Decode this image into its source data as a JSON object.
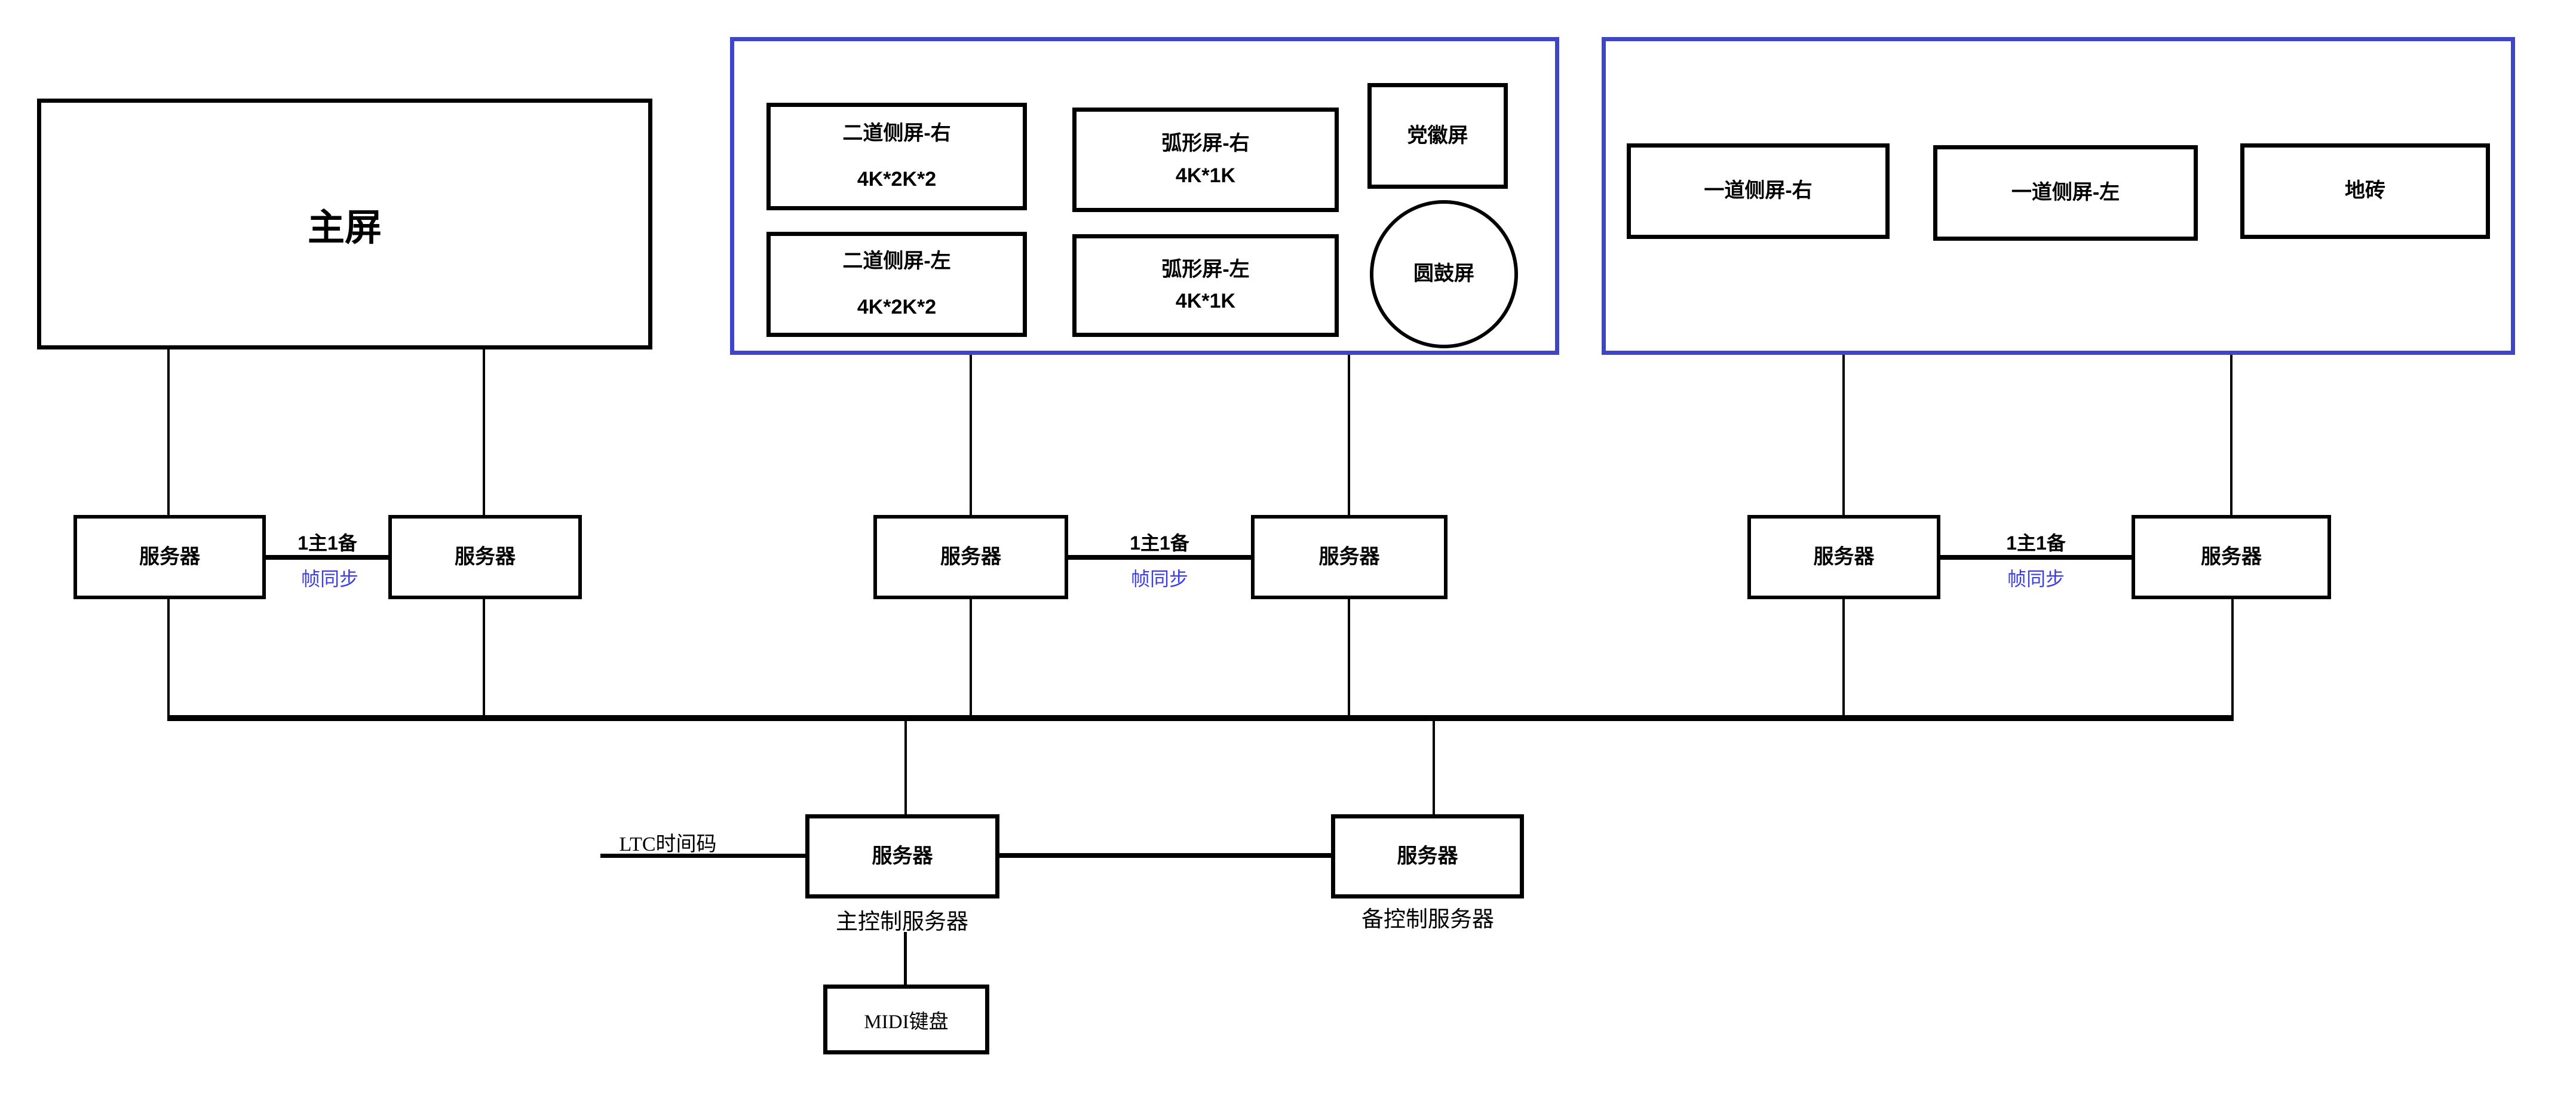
{
  "colors": {
    "container_border": "#3f45c8",
    "frame_sync_text": "#3c3ce8",
    "line_color": "#000000",
    "background": "#ffffff"
  },
  "screens": {
    "main": "主屏",
    "er_ce_right_title": "二道侧屏-右",
    "er_ce_right_spec": "4K*2K*2",
    "arc_right_title": "弧形屏-右",
    "arc_right_spec": "4K*1K",
    "emblem": "党徽屏",
    "er_ce_left_title": "二道侧屏-左",
    "er_ce_left_spec": "4K*2K*2",
    "arc_left_title": "弧形屏-左",
    "arc_left_spec": "4K*1K",
    "drum": "圆鼓屏",
    "yi_ce_right": "一道侧屏-右",
    "yi_ce_left": "一道侧屏-左",
    "floor_tile": "地砖"
  },
  "labels": {
    "server": "服务器",
    "pair_primary": "1主1备",
    "frame_sync": "帧同步",
    "ltc": "LTC时间码",
    "master_caption": "主控制服务器",
    "backup_caption": "备控制服务器",
    "midi": "MIDI键盘"
  }
}
